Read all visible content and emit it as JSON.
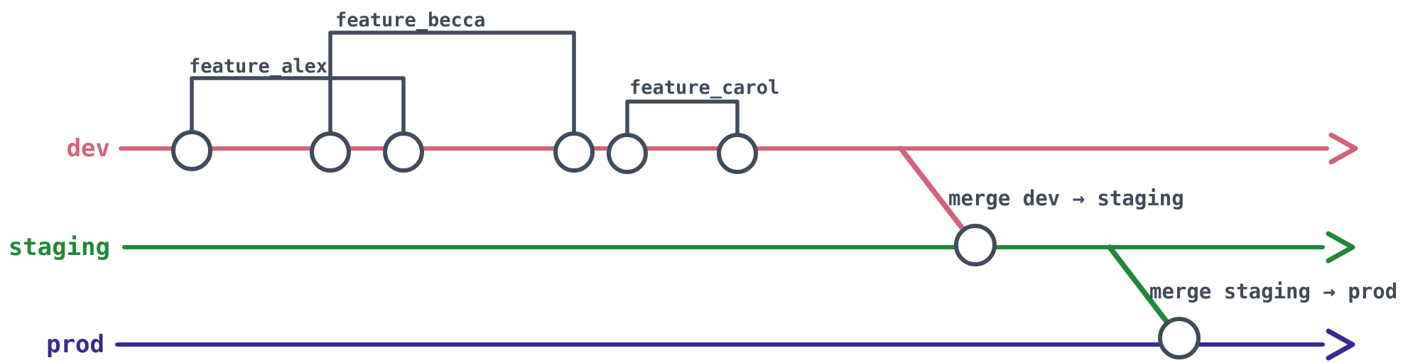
{
  "colors": {
    "dev": "#d0647b",
    "staging": "#1f883a",
    "prod": "#392a90",
    "ink": "#414b59",
    "node_fill": "#ffffff",
    "background": "#ffffff"
  },
  "branches": [
    {
      "label": "dev",
      "commit_nodes": 6
    },
    {
      "label": "staging",
      "commit_nodes": 1
    },
    {
      "label": "prod",
      "commit_nodes": 1
    }
  ],
  "features": [
    {
      "label": "feature_alex",
      "commits": 2
    },
    {
      "label": "feature_becca",
      "commits": 2
    },
    {
      "label": "feature_carol",
      "commits": 2
    }
  ],
  "merges": [
    {
      "label": "merge dev → staging"
    },
    {
      "label": "merge staging → prod"
    }
  ]
}
